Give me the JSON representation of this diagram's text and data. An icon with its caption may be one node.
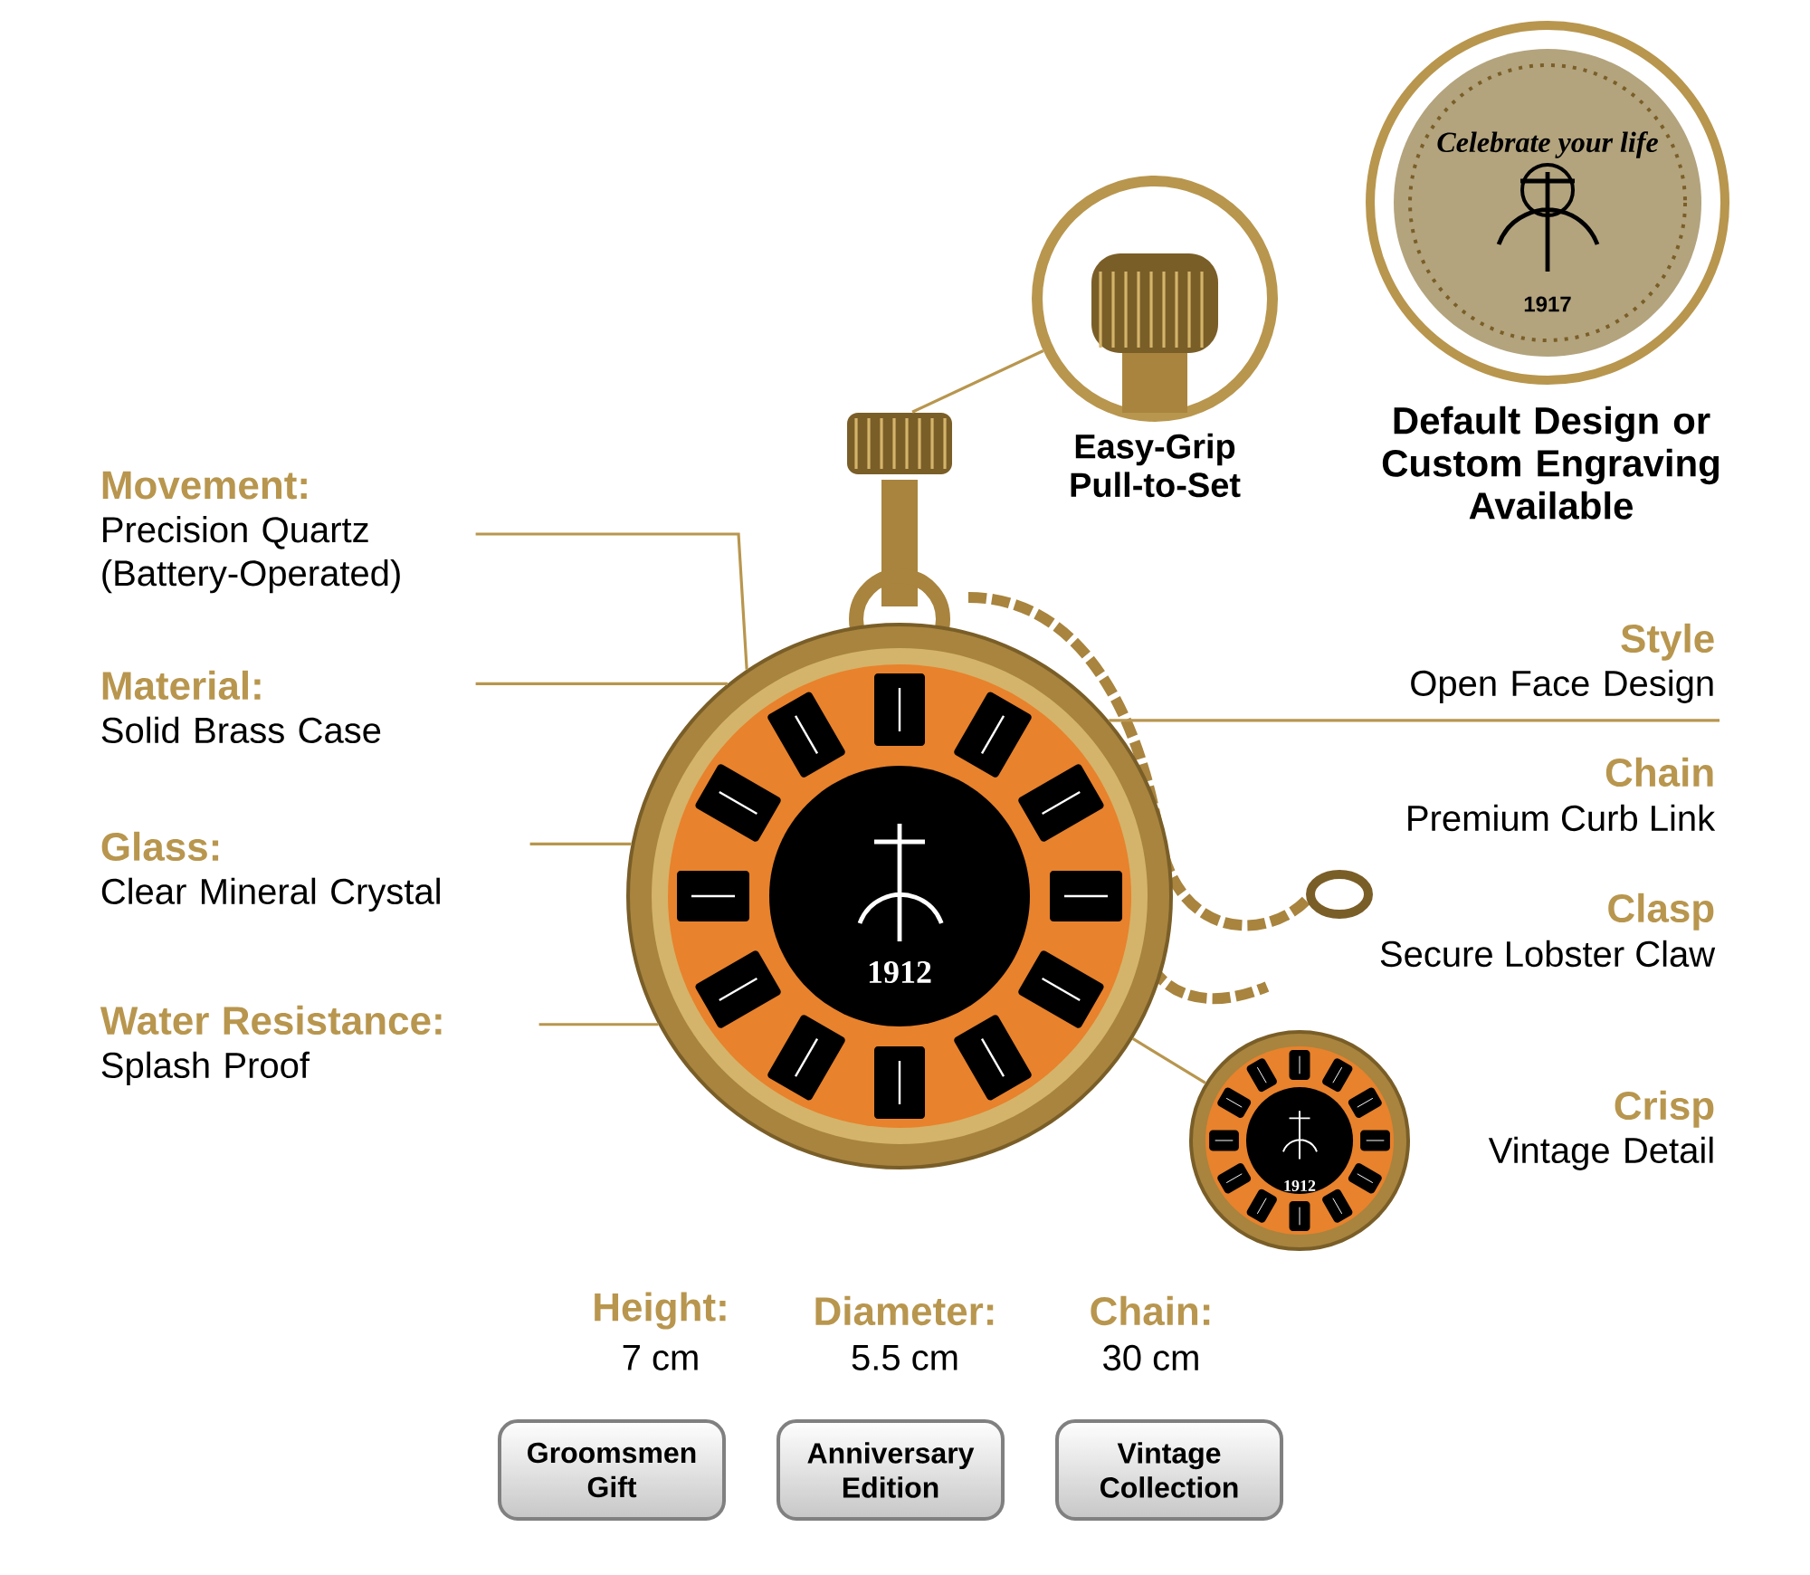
{
  "diagram": {
    "nodes": [
      {
        "text": [
          "Movement:",
          "Precision Quartz (Battery-Operated)"
        ]
      },
      {
        "text": [
          "Material:",
          "Solid Brass Case"
        ]
      },
      {
        "text": [
          "Glass:",
          "Clear Mineral Crystal"
        ]
      },
      {
        "text": [
          "Water Resistance:",
          "Splash Proof"
        ]
      },
      {
        "text": [
          "Style",
          "Open Face Design"
        ]
      },
      {
        "text": [],
        "shape": "picture"
      },
      {
        "text": [],
        "shape": "picture",
        "beside": [
          "Easy-Grip Pull-to-Set"
        ]
      },
      {
        "text": [],
        "shape": "picture",
        "beside": [
          "Default Design or Custom Engraving Available"
        ]
      },
      {
        "text": [],
        "shape": "picture",
        "beside": [
          "Crisp",
          "Vintage Detail"
        ]
      },
      {
        "text": [
          "Groomsmen Gift"
        ]
      },
      {
        "text": [
          "Anniversary Edition"
        ]
      },
      {
        "text": [
          "Vintage Collection"
        ]
      },
      {
        "text": [],
        "shape": "picture"
      }
    ],
    "edges": [
      {
        "from": 0,
        "to": 5,
        "arrow": "none"
      },
      {
        "from": 1,
        "to": 5,
        "arrow": "none"
      },
      {
        "from": 2,
        "to": 5,
        "arrow": "none"
      },
      {
        "from": 3,
        "to": 5,
        "arrow": "none"
      },
      {
        "from": 4,
        "to": 5,
        "arrow": "none"
      },
      {
        "from": 8,
        "to": 5,
        "arrow": "none"
      },
      {
        "from": 6,
        "to": 12,
        "arrow": "none"
      }
    ],
    "labels": [
      "Celebrate your life",
      "1917",
      "Chain",
      "Premium Curb Link",
      "Clasp",
      "Secure Lobster Claw",
      "1912",
      "1912",
      "Height:",
      "Diameter:",
      "Chain:",
      "7 cm",
      "5.5 cm",
      "30 cm"
    ]
  }
}
